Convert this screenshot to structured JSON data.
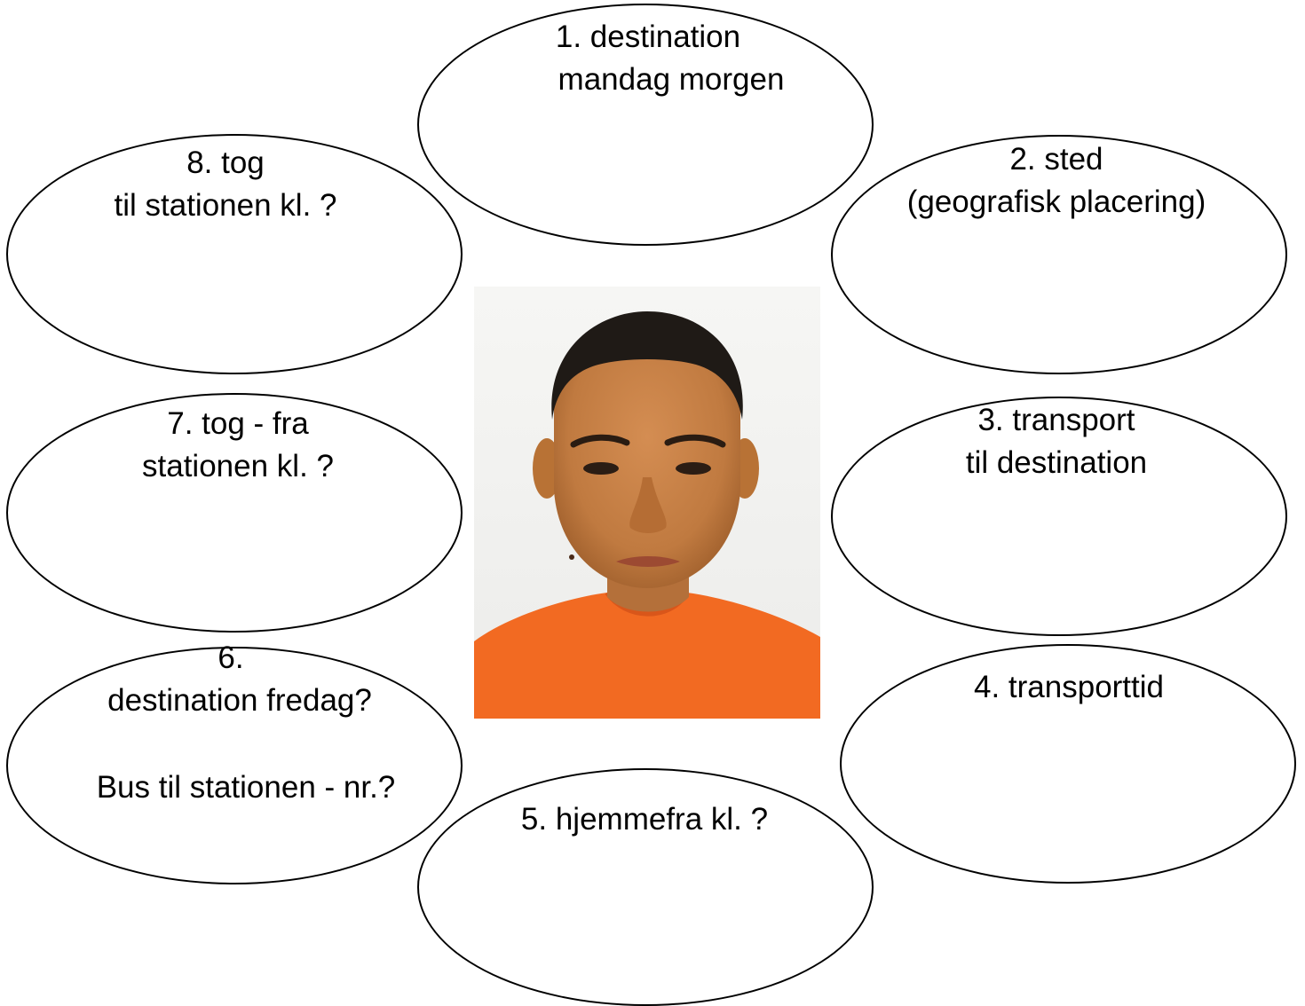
{
  "bubbles": [
    {
      "id": 1,
      "line1": "1. destination",
      "line2": "mandag morgen"
    },
    {
      "id": 2,
      "line1": "2. sted",
      "line2": "(geografisk placering)"
    },
    {
      "id": 3,
      "line1": "3. transport",
      "line2": "til destination"
    },
    {
      "id": 4,
      "line1": "4. transporttid"
    },
    {
      "id": 5,
      "line1": "5. hjemmefra kl. ?"
    },
    {
      "id": 6,
      "line1": "6.",
      "line2": "destination fredag?",
      "line3": "Bus til stationen - nr.?"
    },
    {
      "id": 7,
      "line1": "7. tog - fra",
      "line2": "stationen kl. ?"
    },
    {
      "id": 8,
      "line1": "8. tog",
      "line2": "til stationen kl. ?"
    }
  ],
  "photo": {
    "subject": "portrait-photo",
    "colors": {
      "background": "#f2f2f0",
      "shirt": "#f26a22",
      "skin": "#c98347",
      "hair": "#1f1a16"
    }
  }
}
